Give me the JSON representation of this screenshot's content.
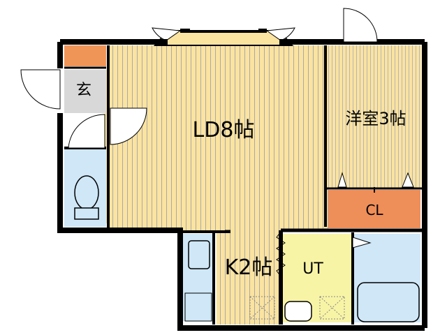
{
  "rooms": {
    "ld": "LD8帖",
    "western": "洋室3帖",
    "kitchen": "K2帖",
    "ut": "UT",
    "closet": "CL",
    "entrance": "玄"
  },
  "colors": {
    "wall": "#000000",
    "floor_wood": "#fbe3a0",
    "wood_line": "#a9a9a9",
    "closet": "#ee8e58",
    "entrance": "#f09558",
    "genkan_floor": "#d8d8d8",
    "wet_area": "#cfe7f7",
    "utility": "#f8f4a6",
    "background": "#ffffff"
  }
}
